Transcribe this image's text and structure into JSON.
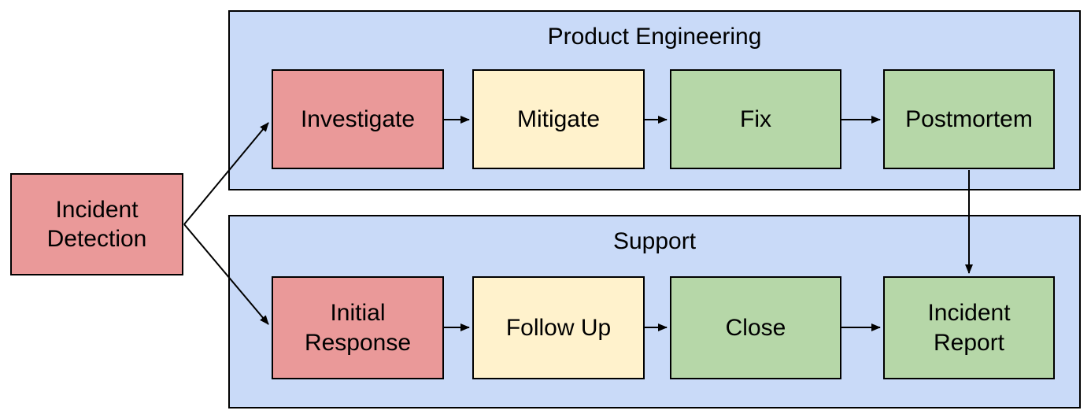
{
  "diagram": {
    "type": "swimlane-flowchart",
    "source": {
      "label": "Incident Detection",
      "color": "#ea9999"
    },
    "lanes": [
      {
        "title": "Product Engineering",
        "bg": "#c9daf8",
        "steps": [
          {
            "label": "Investigate",
            "color": "#ea9999"
          },
          {
            "label": "Mitigate",
            "color": "#fff2cc"
          },
          {
            "label": "Fix",
            "color": "#b6d7a8"
          },
          {
            "label": "Postmortem",
            "color": "#b6d7a8"
          }
        ]
      },
      {
        "title": "Support",
        "bg": "#c9daf8",
        "steps": [
          {
            "label": "Initial Response",
            "color": "#ea9999"
          },
          {
            "label": "Follow Up",
            "color": "#fff2cc"
          },
          {
            "label": "Close",
            "color": "#b6d7a8"
          },
          {
            "label": "Incident Report",
            "color": "#b6d7a8"
          }
        ]
      }
    ],
    "connections": [
      {
        "from": "Incident Detection",
        "to": "Investigate"
      },
      {
        "from": "Incident Detection",
        "to": "Initial Response"
      },
      {
        "from": "Investigate",
        "to": "Mitigate"
      },
      {
        "from": "Mitigate",
        "to": "Fix"
      },
      {
        "from": "Fix",
        "to": "Postmortem"
      },
      {
        "from": "Postmortem",
        "to": "Incident Report"
      },
      {
        "from": "Initial Response",
        "to": "Follow Up"
      },
      {
        "from": "Follow Up",
        "to": "Close"
      },
      {
        "from": "Close",
        "to": "Incident Report"
      }
    ],
    "colors": {
      "lane_bg": "#c9daf8",
      "node_red": "#ea9999",
      "node_yellow": "#fff2cc",
      "node_green": "#b6d7a8",
      "border": "#000000",
      "arrow": "#000000",
      "background": "#ffffff"
    }
  }
}
